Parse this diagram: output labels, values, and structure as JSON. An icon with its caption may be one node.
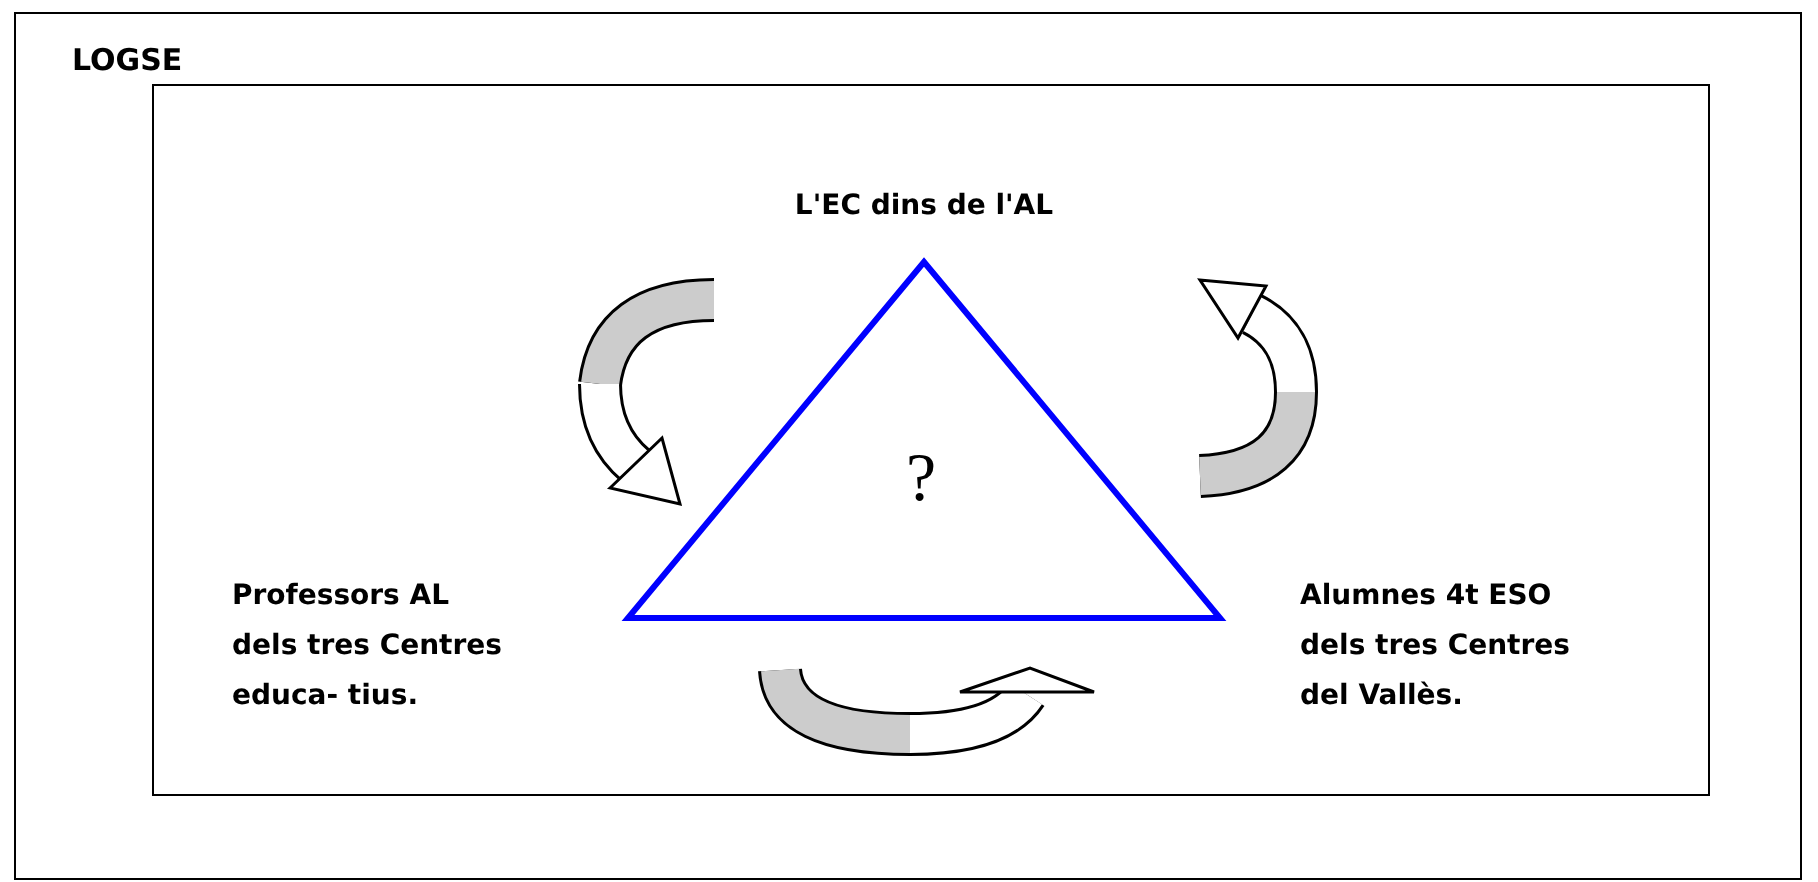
{
  "diagram": {
    "nodes": [
      {
        "text": [
          "LOGSE"
        ]
      },
      {
        "text": [],
        "shape": "box",
        "in": 0
      },
      {
        "text": [
          "?"
        ],
        "in": 1
      }
    ],
    "labels": [
      "L'EC dins de l'AL",
      "Professors AL dels tres Centres educa- tius.",
      "Alumnes 4t ESO dels tres Centres del Vallès."
    ]
  }
}
